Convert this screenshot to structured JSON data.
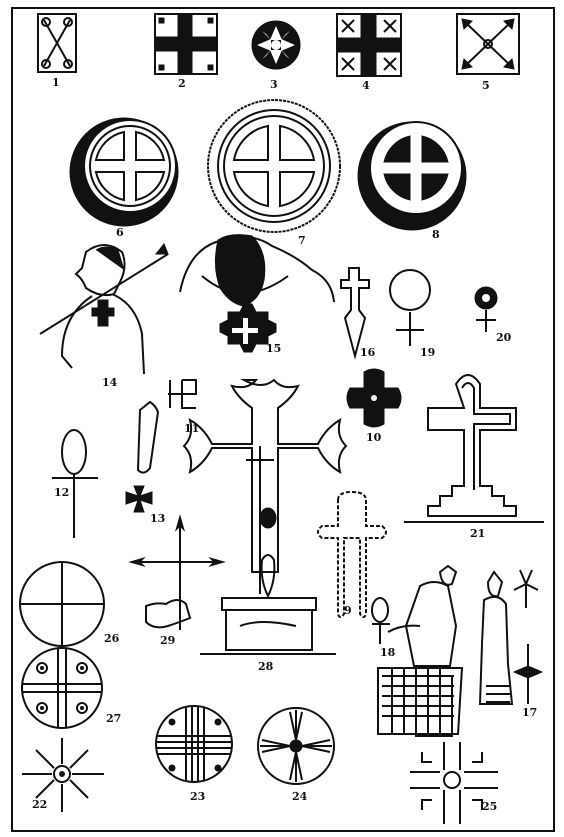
{
  "figure_numbers": {
    "f1": "1",
    "f2": "2",
    "f3": "3",
    "f4": "4",
    "f5": "5",
    "f6": "6",
    "f7": "7",
    "f8": "8",
    "f9": "9",
    "f10": "10",
    "f11": "11",
    "f12": "12",
    "f13": "13",
    "f14": "14",
    "f15": "15",
    "f16": "16",
    "f17": "17",
    "f18": "18",
    "f19": "19",
    "f20": "20",
    "f21": "21",
    "f22": "22",
    "f23": "23",
    "f24": "24",
    "f25": "25",
    "f26": "26",
    "f27": "27",
    "f28": "28",
    "f29": "29"
  },
  "colors": {
    "ink": "#111111",
    "paper": "#ffffff"
  }
}
